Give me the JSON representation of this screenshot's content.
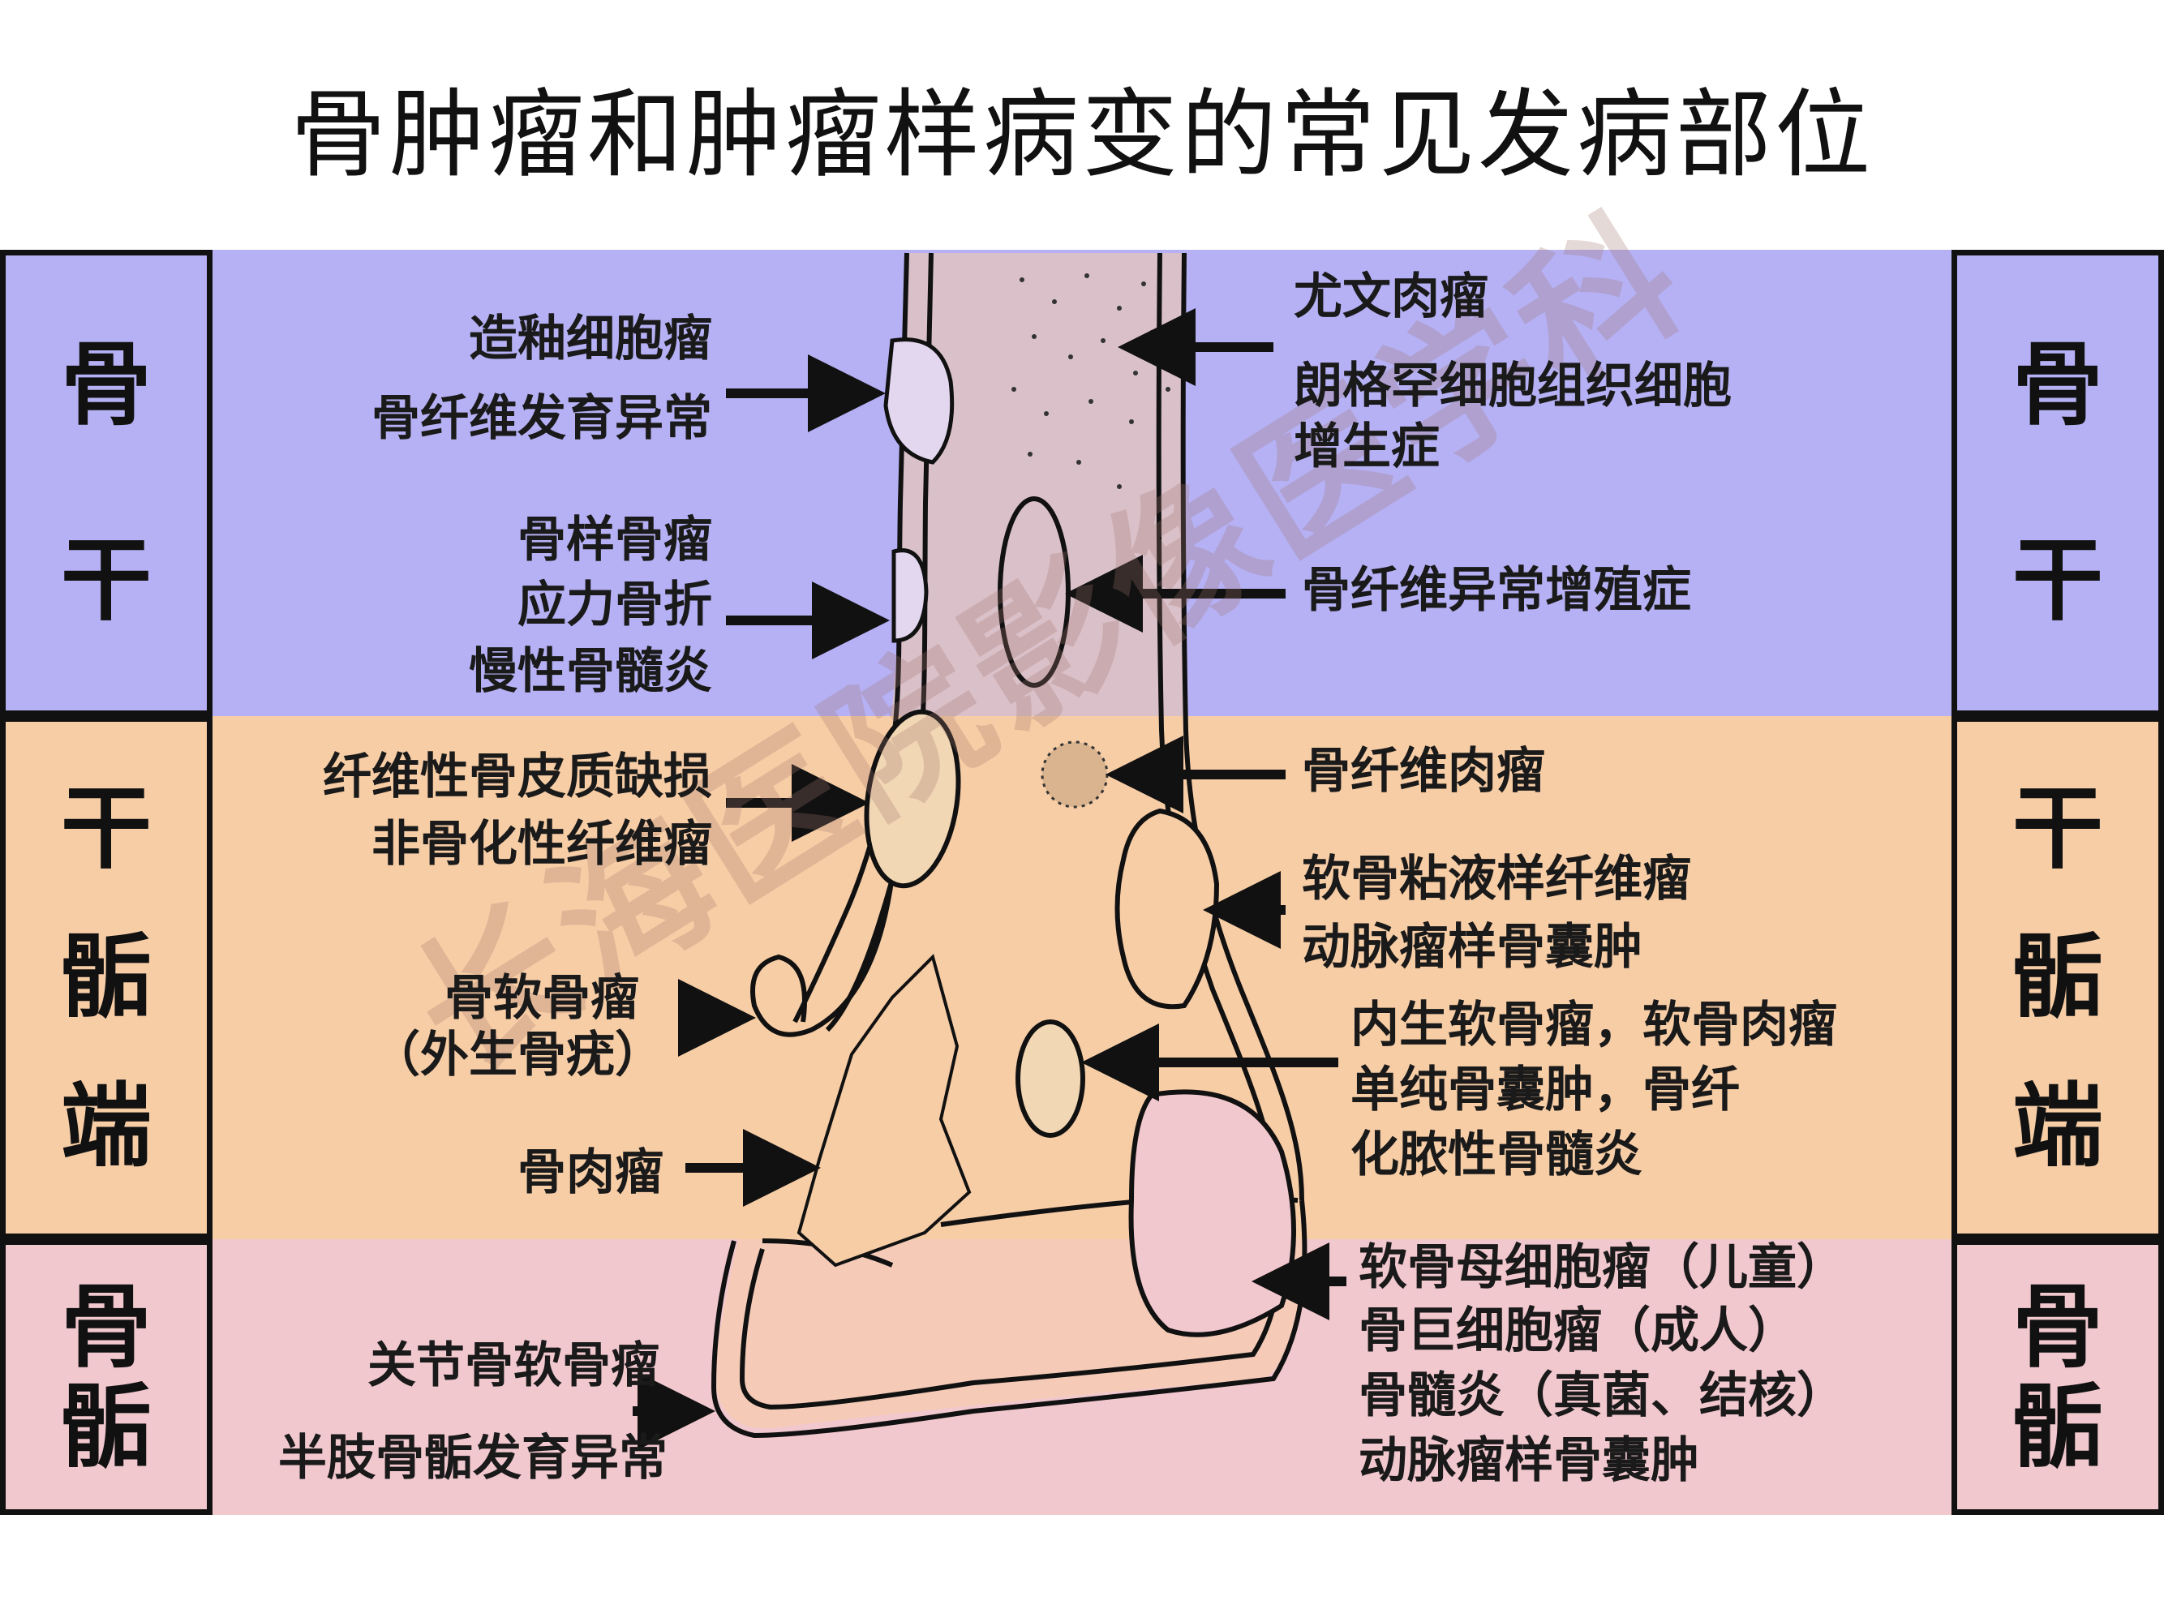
{
  "title": "骨肿瘤和肿瘤样病变的常见发病部位",
  "watermark": "长海医院影像医学科",
  "zones": {
    "diaphysis": [
      "骨",
      "干"
    ],
    "metaphysis": [
      "干",
      "骺",
      "端"
    ],
    "epiphysis": [
      "骨",
      "骺"
    ]
  },
  "labels": {
    "adamantinoma": "造釉细胞瘤",
    "osteofibrous_dysplasia": "骨纤维发育异常",
    "osteoid_osteoma": "骨样骨瘤",
    "stress_fracture": "应力骨折",
    "chronic_osteomyelitis": "慢性骨髓炎",
    "fibrous_cortical_defect": "纤维性骨皮质缺损",
    "nonossifying_fibroma": "非骨化性纤维瘤",
    "osteochondroma": "骨软骨瘤",
    "exostosis": "（外生骨疣）",
    "osteosarcoma": "骨肉瘤",
    "dysplasia_epiphysealis_line1": "关节骨软骨瘤",
    "dysplasia_epiphysealis_line2": "半肢骨骺发育异常",
    "ewing": "尤文肉瘤",
    "lch_line1": "朗格罕细胞组织细胞",
    "lch_line2": "增生症",
    "fibrous_dysplasia": "骨纤维异常增殖症",
    "fibrosarcoma": "骨纤维肉瘤",
    "cmf": "软骨粘液样纤维瘤",
    "abc": "动脉瘤样骨囊肿",
    "enchondroma": "内生软骨瘤，软骨肉瘤",
    "ubc": "单纯骨囊肿，骨纤",
    "brodie": "化脓性骨髓炎",
    "chondroblastoma": "软骨母细胞瘤（儿童）",
    "gct": "骨巨细胞瘤（成人）",
    "osteomyelitis_tb": "骨髓炎（真菌、结核）",
    "abc2": "动脉瘤样骨囊肿"
  }
}
